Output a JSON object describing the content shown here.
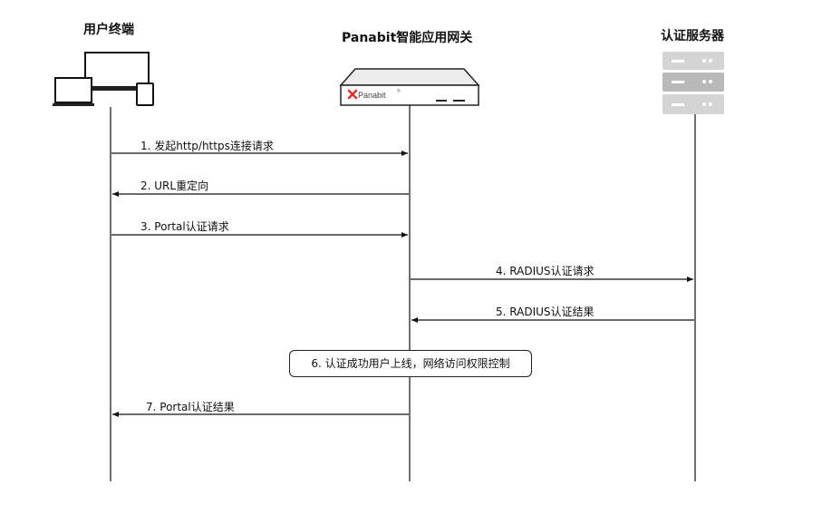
{
  "actors": [
    {
      "id": "terminal",
      "title": "用户终端",
      "icon": "laptop-tablet-icon"
    },
    {
      "id": "gateway",
      "title": "Panabit智能应用网关",
      "icon": "gateway-device-icon",
      "device_logo": "Panabit",
      "logo_mark": "®"
    },
    {
      "id": "server",
      "title": "认证服务器",
      "icon": "server-rack-icon"
    }
  ],
  "messages": [
    {
      "step": "1. 发起http/https连接请求",
      "from": "terminal",
      "to": "gateway"
    },
    {
      "step": "2. URL重定向",
      "from": "gateway",
      "to": "terminal"
    },
    {
      "step": "3. Portal认证请求",
      "from": "terminal",
      "to": "gateway"
    },
    {
      "step": "4. RADIUS认证请求",
      "from": "gateway",
      "to": "server"
    },
    {
      "step": "5. RADIUS认证结果",
      "from": "server",
      "to": "gateway"
    },
    {
      "step": "7. Portal认证结果",
      "from": "gateway",
      "to": "terminal"
    }
  ],
  "note": {
    "text": "6. 认证成功用户上线，网络访问权限控制",
    "on": "gateway"
  },
  "colors": {
    "line": "#111111",
    "logo_red": "#e0312b",
    "server_gray": "#d4d4d4",
    "server_dark": "#b9b9b9"
  }
}
